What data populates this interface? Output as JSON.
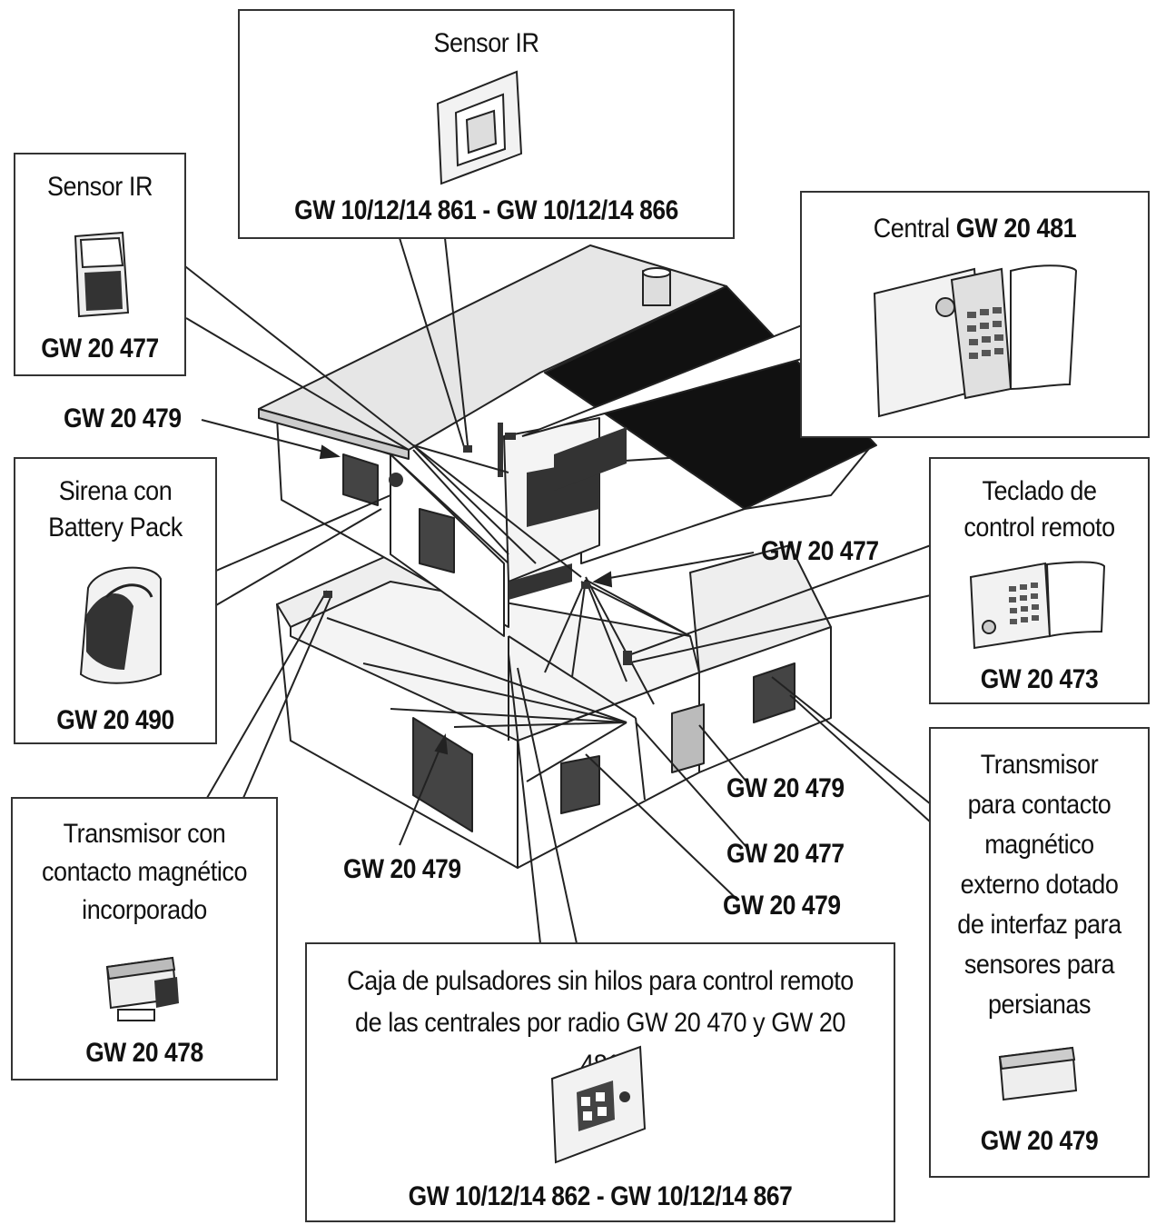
{
  "boxes": {
    "sensor_ir_top": {
      "title": "Sensor IR",
      "code": "GW 10/12/14 861 - GW 10/12/14 866"
    },
    "sensor_ir_left": {
      "title": "Sensor IR",
      "code": "GW 20 477"
    },
    "central": {
      "title_prefix": "Central",
      "title_code": "GW 20 481"
    },
    "sirena": {
      "title_line1": "Sirena con",
      "title_line2": "Battery Pack",
      "code": "GW 20 490"
    },
    "teclado": {
      "title_line1": "Teclado de",
      "title_line2": "control remoto",
      "code": "GW 20 473"
    },
    "transmisor_externo": {
      "title_lines": [
        "Transmisor",
        "para contacto",
        "magnético",
        "externo dotado",
        "de interfaz para",
        "sensores para",
        "persianas"
      ],
      "code": "GW 20 479"
    },
    "transmisor_incorporado": {
      "title_lines": [
        "Transmisor con",
        "contacto magnético",
        "incorporado"
      ],
      "code": "GW 20 478"
    },
    "caja_pulsadores": {
      "title_line1": "Caja de pulsadores sin hilos para control remoto",
      "title_line2": "de las centrales por radio GW 20 470 y GW 20 481",
      "code": "GW 10/12/14 862 - GW 10/12/14 867"
    }
  },
  "labels": {
    "left_479": "GW 20 479",
    "mid_477": "GW 20 477",
    "right_479_a": "GW 20 479",
    "right_477": "GW 20 477",
    "right_479_b": "GW 20 479",
    "garage_479": "GW 20 479"
  }
}
